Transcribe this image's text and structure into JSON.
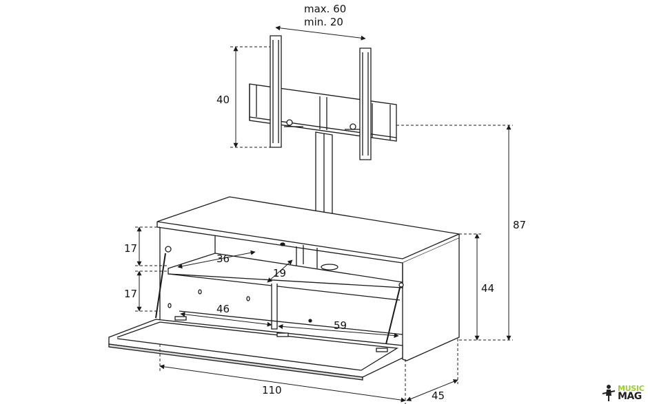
{
  "dimensions": {
    "max_spacing": "max. 60",
    "min_spacing": "min. 20",
    "bracket_height": "40",
    "total_height": "87",
    "cabinet_height": "44",
    "shelf_height_top": "17",
    "shelf_height_bottom": "17",
    "shelf_depth_top": "36",
    "divider_width": "19",
    "shelf_depth_bottom": "46",
    "shelf_width_right": "59",
    "width": "110",
    "depth": "45"
  },
  "logo": {
    "word1": "MUSIC",
    "word2": "MAG",
    "icon": "guitarist-icon",
    "color_accent": "#9acd32"
  },
  "colors": {
    "line": "#1a1a1a",
    "fill": "#ffffff",
    "shade": "#d9d9d9"
  }
}
